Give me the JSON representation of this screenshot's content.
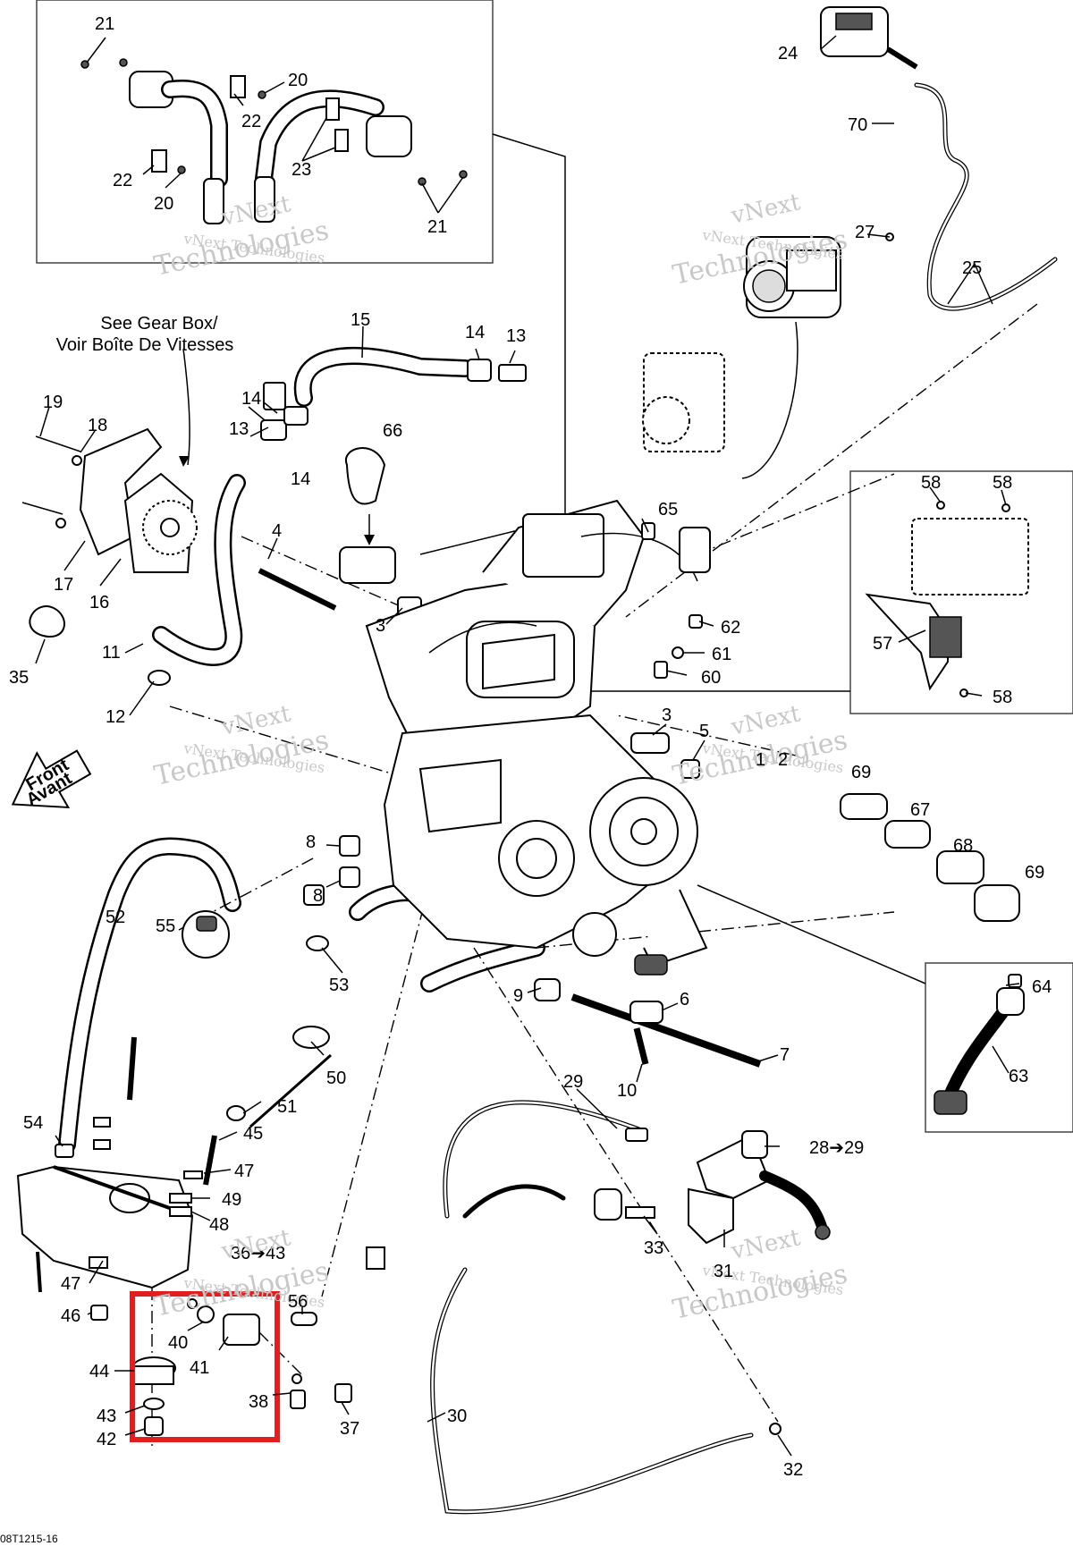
{
  "diagram": {
    "references": {
      "gear_box_line1": "See Gear Box/",
      "gear_box_line2": "Voir Boîte De Vitesses",
      "front_line1": "Front",
      "front_line2": "Avant",
      "range_36_43": "36➔43",
      "range_28_29": "28➔29"
    },
    "watermark": {
      "line1": "vNext",
      "line2": "vNext Technologies",
      "line3": "Technologies"
    },
    "footer_code": "08T1215-16",
    "highlight_color": "#e02020",
    "callouts": [
      "1",
      "2",
      "3",
      "4",
      "5",
      "6",
      "7",
      "8",
      "9",
      "10",
      "11",
      "12",
      "13",
      "14",
      "15",
      "16",
      "17",
      "18",
      "19",
      "20",
      "21",
      "22",
      "23",
      "24",
      "25",
      "27",
      "29",
      "30",
      "31",
      "32",
      "33",
      "35",
      "37",
      "38",
      "40",
      "41",
      "42",
      "43",
      "44",
      "45",
      "46",
      "47",
      "48",
      "49",
      "50",
      "51",
      "52",
      "53",
      "54",
      "55",
      "56",
      "57",
      "58",
      "60",
      "61",
      "62",
      "63",
      "64",
      "65",
      "66",
      "67",
      "68",
      "69",
      "70"
    ]
  }
}
